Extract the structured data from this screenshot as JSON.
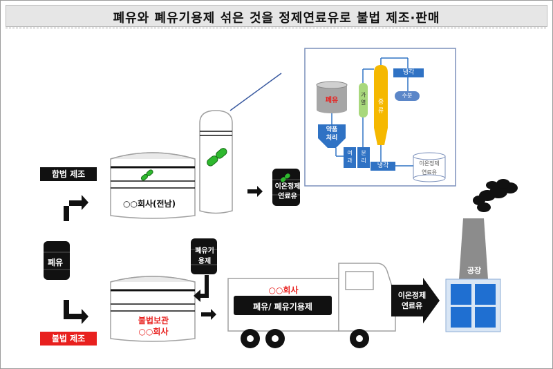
{
  "title": "폐유와 폐유기용제 섞은 것을 정제연료유로 불법 제조·판매",
  "legal_label": "합법 제조",
  "illegal_label": "불법 제조",
  "drum_left_label": "폐유",
  "legal_company": "○○회사(전남)",
  "legal_drum_label": "이온정제\n연료유",
  "solvent_drum_label": "폐유기\n용제",
  "storage_label_line1": "불법보관",
  "storage_label_line2": "○○회사",
  "truck_company": "○○회사",
  "truck_cargo": "폐유/ 폐유기용제",
  "arrow_fuel_label": "이온정제\n연료유",
  "factory_label": "공장",
  "process": {
    "waste_oil_tank": "폐유",
    "chem_treat": "약품\n처리",
    "heating": "가\n열",
    "filter": "여\n과",
    "separate": "분\n리",
    "distill": "증\n류",
    "cooling_top": "냉각",
    "water": "수분",
    "cooling_bottom": "냉각",
    "product_tank": "이온정제\n연료유"
  },
  "colors": {
    "red": "#e8201e",
    "black": "#111111",
    "blue_box": "#2f72c4",
    "tank_gray": "#a6a6a6",
    "distill_yellow": "#f5b800",
    "heat_green": "#a8d87c",
    "factory_blue": "#1f6fd1",
    "factory_frame": "#d9e6f5"
  }
}
